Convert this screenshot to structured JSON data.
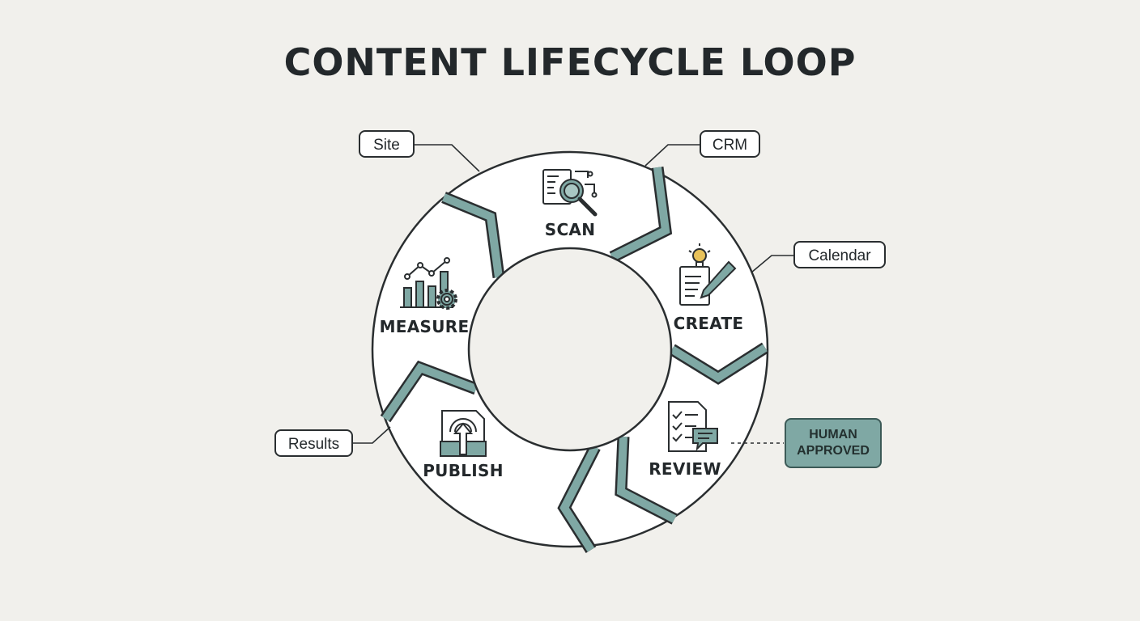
{
  "title": "CONTENT LIFECYCLE LOOP",
  "stages": {
    "scan": "SCAN",
    "create": "CREATE",
    "review": "REVIEW",
    "publish": "PUBLISH",
    "measure": "MEASURE"
  },
  "callouts": {
    "site": "Site",
    "crm": "CRM",
    "calendar": "Calendar",
    "results": "Results"
  },
  "badge": {
    "line1": "HUMAN",
    "line2": "APPROVED"
  },
  "colors": {
    "background": "#f1f0ec",
    "accent_teal": "#7fa8a4",
    "outline": "#2a2e30",
    "bulb": "#e8c25a"
  }
}
